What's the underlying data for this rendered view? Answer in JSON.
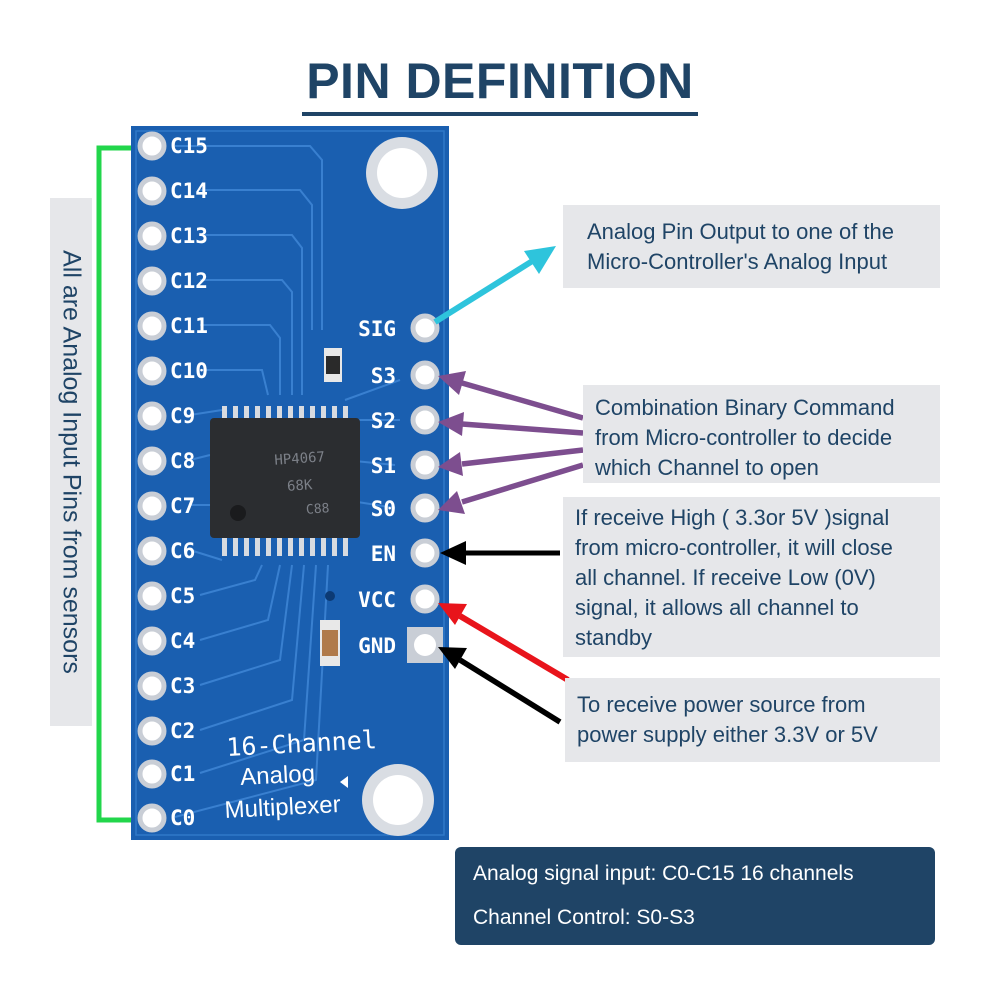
{
  "title": "PIN DEFINITION",
  "side_label": "All are Analog Input Pins from sensors",
  "board": {
    "left_pins": [
      "C15",
      "C14",
      "C13",
      "C12",
      "C11",
      "C10",
      "C9",
      "C8",
      "C7",
      "C6",
      "C5",
      "C4",
      "C3",
      "C2",
      "C1",
      "C0"
    ],
    "right_pins": [
      "SIG",
      "S3",
      "S2",
      "S1",
      "S0",
      "EN",
      "VCC",
      "GND"
    ],
    "name_lines": [
      "16-Channel",
      "Analog",
      "Multiplexer"
    ],
    "chip_lines": [
      "HP4067",
      "68K",
      "C88"
    ]
  },
  "callouts": {
    "sig": [
      "Analog Pin Output to one of the",
      "Micro-Controller's Analog Input"
    ],
    "select": [
      "Combination Binary Command",
      "from Micro-controller to decide",
      "which Channel to open"
    ],
    "enable": [
      "If receive High ( 3.3or 5V )signal",
      "from micro-controller, it will close",
      "all channel. If receive Low (0V)",
      "signal, it allows all channel to",
      "standby"
    ],
    "power": [
      "To receive power source from",
      "power supply either 3.3V or 5V"
    ]
  },
  "info": {
    "line1": "Analog signal input: C0-C15 16 channels",
    "line2": "Channel Control: S0-S3"
  },
  "colors": {
    "title": "#1f4466",
    "pcb": "#1a5fb0",
    "green_bracket": "#22d64b",
    "sig_arrow": "#2ec4dc",
    "select_arrows": "#7d4e8f",
    "en_arrow": "#000000",
    "vcc_arrow": "#e8141b",
    "gnd_arrow": "#000000",
    "info_bg": "#1f4466"
  }
}
